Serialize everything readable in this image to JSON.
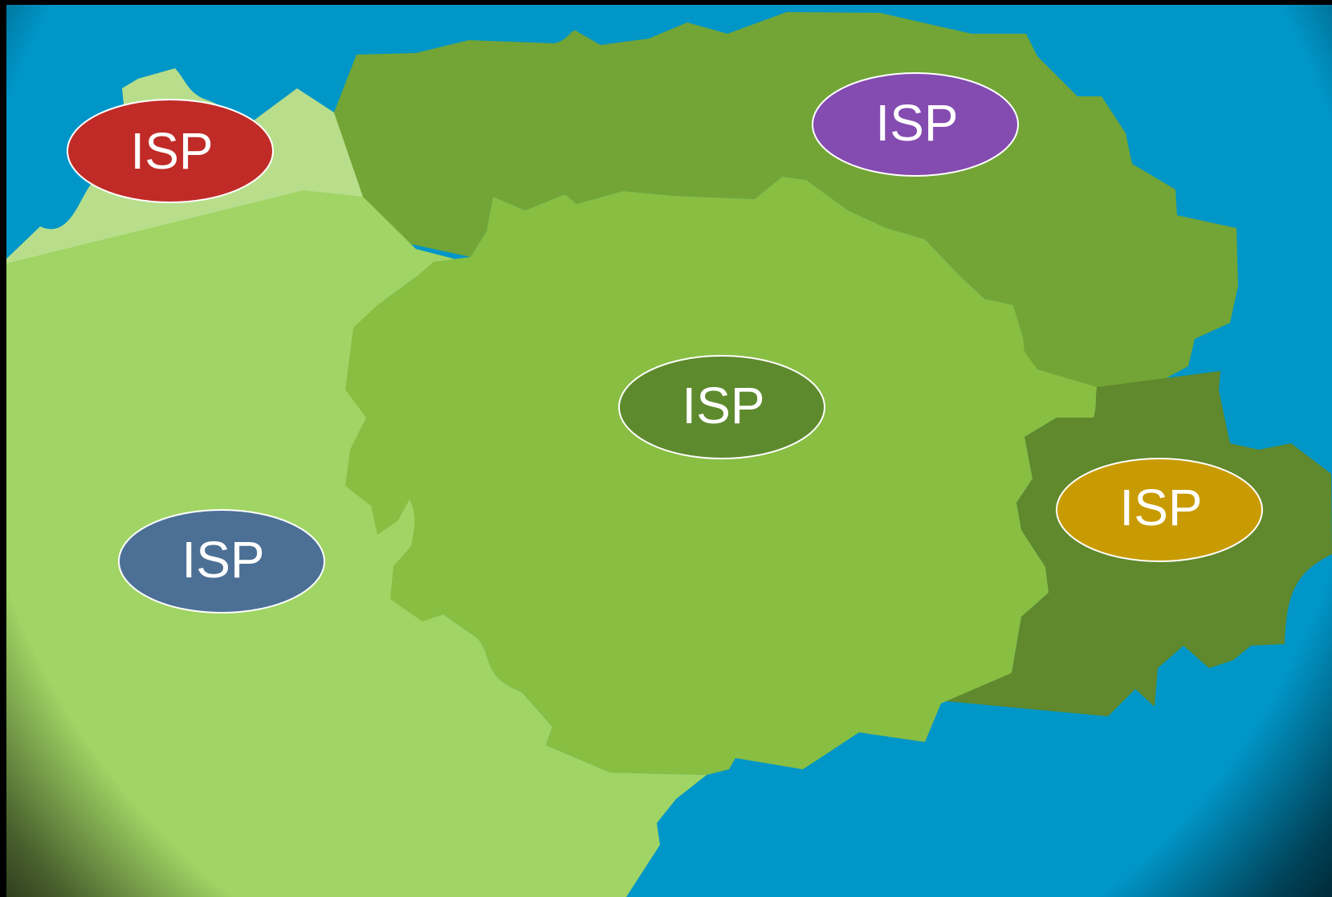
{
  "diagram": {
    "background_color": "#0096c8",
    "frame_color": "#000000",
    "regions": [
      {
        "name": "far-west-region",
        "color": "#b8de8c"
      },
      {
        "name": "west-region",
        "color": "#a0d464"
      },
      {
        "name": "north-region",
        "color": "#72a536"
      },
      {
        "name": "central-region",
        "color": "#88be42"
      },
      {
        "name": "east-region",
        "color": "#60882c"
      }
    ],
    "isps": [
      {
        "id": "northwest",
        "label": "ISP",
        "color": "#c02b27"
      },
      {
        "id": "north",
        "label": "ISP",
        "color": "#844bb0"
      },
      {
        "id": "central",
        "label": "ISP",
        "color": "#5e8a2e"
      },
      {
        "id": "west",
        "label": "ISP",
        "color": "#4c7095"
      },
      {
        "id": "east",
        "label": "ISP",
        "color": "#c99b02"
      }
    ]
  }
}
